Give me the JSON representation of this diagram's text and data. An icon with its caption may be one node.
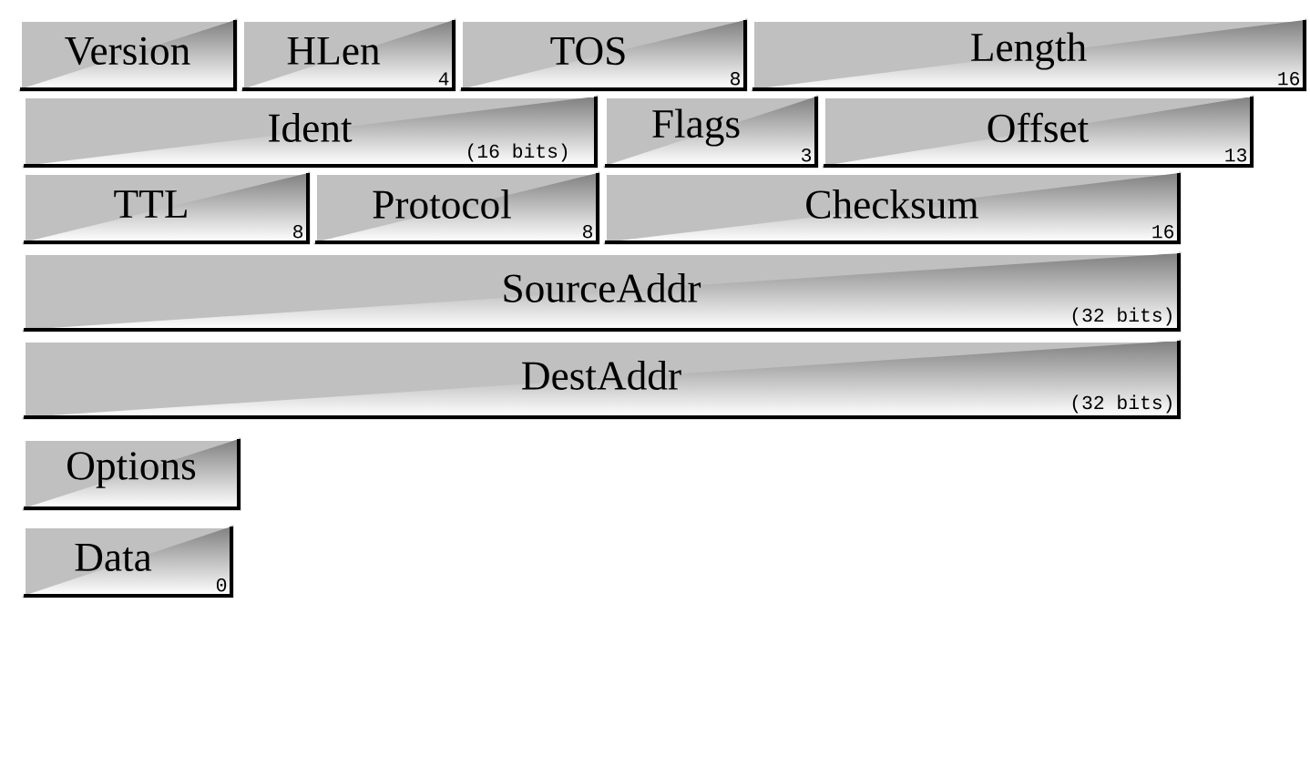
{
  "diagram": {
    "nodes": [
      {
        "text": [
          "Version"
        ]
      },
      {
        "text": [
          "HLen",
          "4"
        ]
      },
      {
        "text": [
          "TOS",
          "8"
        ]
      },
      {
        "text": [
          "Length",
          "16"
        ]
      },
      {
        "text": [
          "Ident",
          "(16 bits)"
        ]
      },
      {
        "text": [
          "Flags",
          "3"
        ]
      },
      {
        "text": [
          "Offset",
          "13"
        ]
      },
      {
        "text": [
          "TTL",
          "8"
        ]
      },
      {
        "text": [
          "Protocol",
          "8"
        ]
      },
      {
        "text": [
          "Checksum",
          "16"
        ]
      },
      {
        "text": [
          "SourceAddr",
          "(32 bits)"
        ]
      },
      {
        "text": [
          "DestAddr",
          "(32 bits)"
        ]
      },
      {
        "text": [
          "Options"
        ]
      },
      {
        "text": [
          "Data",
          "0"
        ]
      }
    ]
  }
}
